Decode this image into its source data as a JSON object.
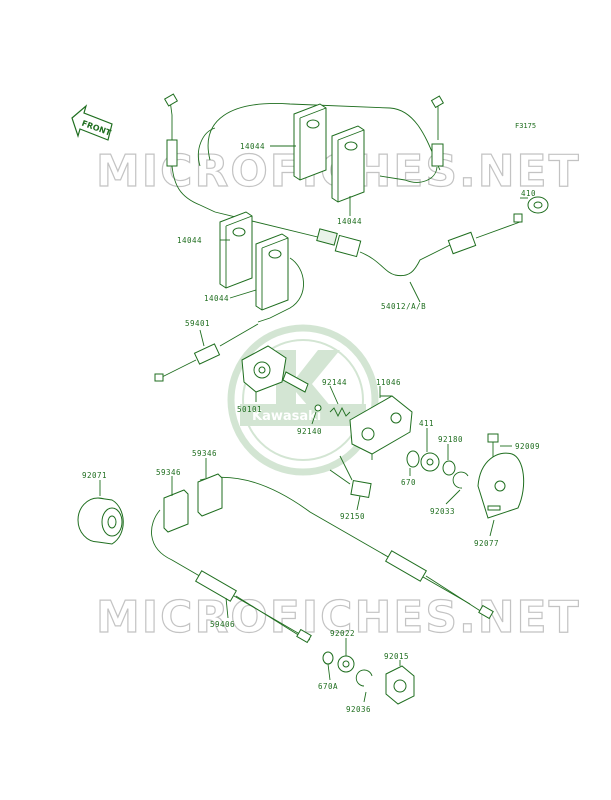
{
  "figure_id": "F3175",
  "front_label": "FRONT",
  "watermark": {
    "text": "MICROFICHES.NET",
    "brand": "Kawasaki"
  },
  "parts": {
    "p14044a": "14044",
    "p14044b": "14044",
    "p14044c": "14044",
    "p14044d": "14044",
    "p410": "410",
    "p54012": "54012/A/B",
    "p59401": "59401",
    "p50101": "50101",
    "p92144": "92144",
    "p11046": "11046",
    "p92140": "92140",
    "p411": "411",
    "p92180": "92180",
    "p92009": "92009",
    "p670": "670",
    "p92033": "92033",
    "p92077": "92077",
    "p92150": "92150",
    "p92071": "92071",
    "p59346a": "59346",
    "p59346b": "59346",
    "p59406": "59406",
    "p92022": "92022",
    "p92015": "92015",
    "p670A": "670A",
    "p92036": "92036"
  }
}
